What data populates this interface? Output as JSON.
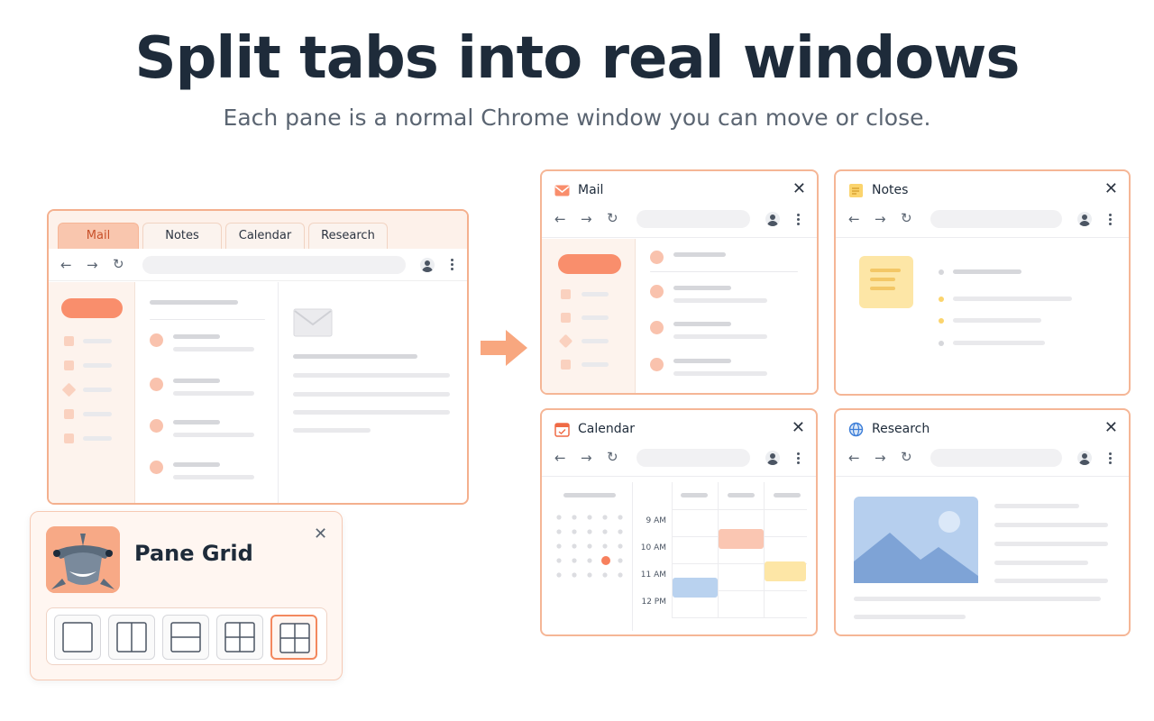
{
  "hero": {
    "title": "Split tabs into real windows",
    "subtitle": "Each pane is a normal Chrome window you can move or close."
  },
  "left_browser": {
    "tabs": [
      {
        "label": "Mail",
        "active": true
      },
      {
        "label": "Notes",
        "active": false
      },
      {
        "label": "Calendar",
        "active": false
      },
      {
        "label": "Research",
        "active": false
      }
    ]
  },
  "popup": {
    "app_name": "Pane Grid",
    "close_glyph": "✕",
    "layouts": [
      {
        "name": "single",
        "selected": false
      },
      {
        "name": "two-columns",
        "selected": false
      },
      {
        "name": "two-rows",
        "selected": false
      },
      {
        "name": "grid-2x2",
        "selected": false
      },
      {
        "name": "grid-2x2",
        "selected": true
      }
    ]
  },
  "windows": [
    {
      "title": "Mail",
      "icon": "mail-icon"
    },
    {
      "title": "Notes",
      "icon": "notes-icon"
    },
    {
      "title": "Calendar",
      "icon": "calendar-icon"
    },
    {
      "title": "Research",
      "icon": "globe-icon"
    }
  ],
  "calendar": {
    "times": [
      "9 AM",
      "10 AM",
      "11 AM",
      "12 PM"
    ]
  },
  "toolbar": {
    "back": "←",
    "forward": "→",
    "reload": "↻",
    "close": "✕"
  },
  "colors": {
    "accent": "#f98e6c",
    "border": "#f5b696",
    "notes_yellow": "#fde6a6",
    "event_blue": "#b9d2ef",
    "image_blue": "#b6cfee"
  }
}
